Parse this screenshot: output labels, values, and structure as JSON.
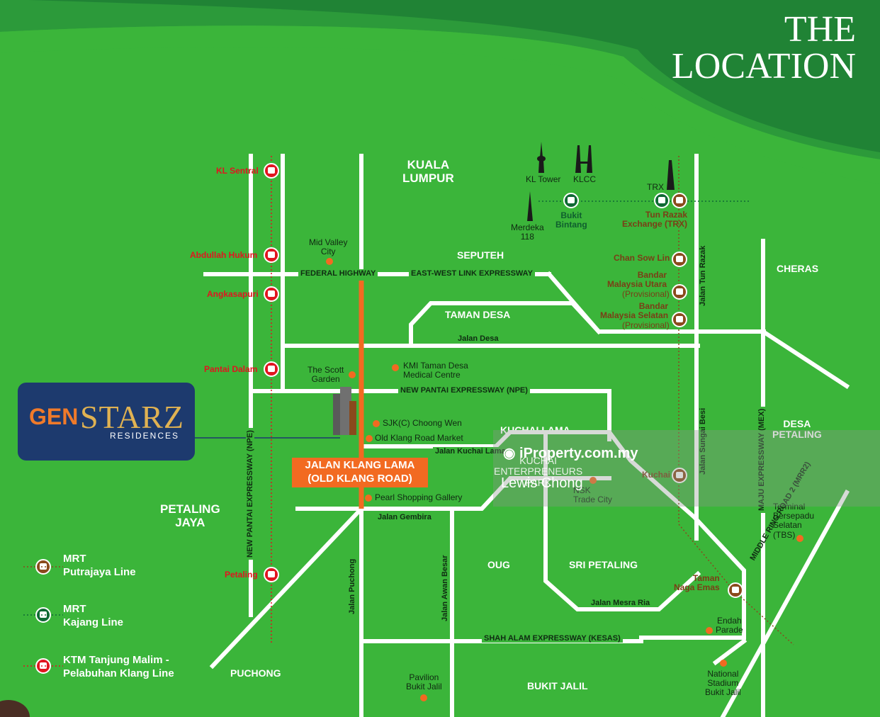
{
  "title": {
    "line1": "THE",
    "line2": "LOCATION"
  },
  "areas": {
    "kuala_lumpur": "KUALA\nLUMPUR",
    "seputeh": "SEPUTEH",
    "taman_desa": "TAMAN DESA",
    "cheras": "CHERAS",
    "kuchai_lama": "KUCHAI LAMA",
    "desa_petaling": "DESA\nPETALING",
    "petaling_jaya": "PETALING\nJAYA",
    "oug": "OUG",
    "sri_petaling": "SRI PETALING",
    "puchong": "PUCHONG",
    "bukit_jalil": "BUKIT JALIL"
  },
  "roads": {
    "federal": "FEDERAL HIGHWAY",
    "eastwest": "EAST-WEST LINK EXPRESSWAY",
    "jalan_desa": "Jalan Desa",
    "npe": "NEW PANTAI EXPRESSWAY (NPE)",
    "npe_vertical": "NEW PANTAI EXPRESSWAY (NPE)",
    "jalan_kuchai_lama": "Jalan Kuchai Lama",
    "jalan_gembira": "Jalan Gembira",
    "jalan_puchong": "Jalan Puchong",
    "jalan_awan_besar": "Jalan Awan Besar",
    "jalan_mesra_ria": "Jalan Mesra Ria",
    "kesas": "SHAH ALAM EXPRESSWAY (KESAS)",
    "jalan_tun_razak": "Jalan Tun Razak",
    "jalan_sungai_besi": "Jalan Sungai Besi",
    "mex": "MAJU EXPRESSWAY (MEX)",
    "mrr2": "MIDDLE RING ROAD 2 (MRR2)"
  },
  "pois": {
    "kl_tower": "KL Tower",
    "klcc": "KLCC",
    "trx": "TRX",
    "merdeka": "Merdeka\n118",
    "mid_valley": "Mid Valley\nCity",
    "scott_garden": "The Scott\nGarden",
    "kmi": "KMI Taman Desa\nMedical Centre",
    "sjkc": "SJK(C) Choong Wen",
    "old_market": "Old Klang Road Market",
    "pearl": "Pearl Shopping Gallery",
    "nsk": "NSK\nTrade City",
    "tbs": "Terminal\nBersepadu\nSelatan\n(TBS)",
    "endah": "Endah\nParade",
    "national_stadium": "National\nStadium\nBukit Jalil",
    "pavilion_bj": "Pavilion\nBukit Jalil"
  },
  "ktm_stations": {
    "kl_sentral": "KL Sentral",
    "abdullah_hukum": "Abdullah Hukum",
    "angkasapuri": "Angkasapuri",
    "pantai_dalam": "Pantai Dalam",
    "petaling": "Petaling"
  },
  "mrt_stations": {
    "bukit_bintang": "Bukit\nBintang",
    "tun_razak": "Tun Razak\nExchange (TRX)",
    "chan_sow_lin": "Chan Sow Lin",
    "bandar_utara": "Bandar\nMalaysia Utara",
    "bandar_utara_note": "(Provisional)",
    "bandar_selatan": "Bandar\nMalaysia Selatan",
    "bandar_selatan_note": "(Provisional)",
    "kuchai": "Kuchai",
    "taman_naga_emas": "Taman\nNaga Emas"
  },
  "project": {
    "gen": "GEN",
    "starz": "STARZ",
    "residences": "RESIDENCES"
  },
  "highlight": "JALAN KLANG LAMA\n(OLD KLANG ROAD)",
  "legend": {
    "mrt_putrajaya": "MRT\nPutrajaya Line",
    "mrt_kajang": "MRT\nKajang Line",
    "ktm": "KTM Tanjung Malim -\nPelabuhan Klang Line"
  },
  "watermark": {
    "brand": "iProperty.com.my",
    "area": "KUCHAI\nENTERPRENEURS\nPARK",
    "agent": "Lewis Chong"
  },
  "colors": {
    "background": "#3bb53a",
    "roads": "#ffffff",
    "highlight_road": "#f26a21",
    "ktm_red": "#e0151f",
    "mrt_putrajaya_brown": "#8a4a1c",
    "mrt_kajang_green": "#0f6a34",
    "logo_navy": "#1d3a6e"
  }
}
